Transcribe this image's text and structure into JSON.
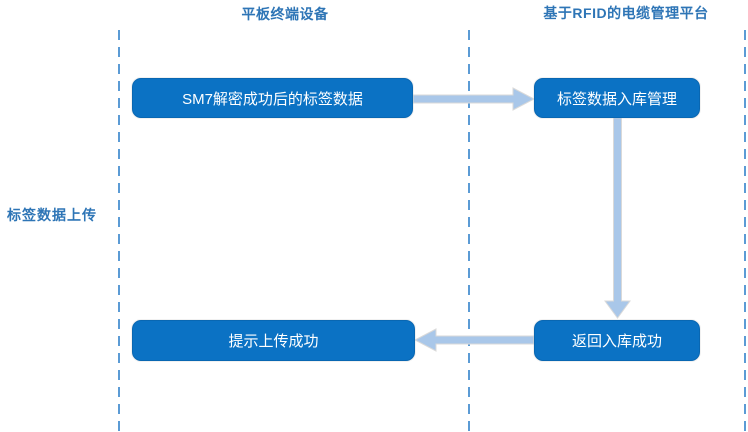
{
  "diagram": {
    "type": "swimlane-flowchart",
    "side_label": "标签数据上传",
    "lanes": {
      "left_header": "平板终端设备",
      "right_header": "基于RFID的电缆管理平台"
    },
    "nodes": [
      {
        "id": "sm7-decrypted-data",
        "lane": "平板终端设备",
        "label": "SM7解密成功后的标签数据"
      },
      {
        "id": "tag-data-warehouse",
        "lane": "基于RFID的电缆管理平台",
        "label": "标签数据入库管理"
      },
      {
        "id": "upload-success-tip",
        "lane": "平板终端设备",
        "label": "提示上传成功"
      },
      {
        "id": "return-store-success",
        "lane": "基于RFID的电缆管理平台",
        "label": "返回入库成功"
      }
    ],
    "edges": [
      {
        "from": "sm7-decrypted-data",
        "to": "tag-data-warehouse",
        "direction": "right"
      },
      {
        "from": "tag-data-warehouse",
        "to": "return-store-success",
        "direction": "down"
      },
      {
        "from": "return-store-success",
        "to": "upload-success-tip",
        "direction": "left"
      }
    ],
    "colors": {
      "node_fill": "#0b72c4",
      "node_text": "#ffffff",
      "header_text": "#2e75b6",
      "lane_divider": "#5b9bd5",
      "arrow_fill": "#a9c7e9",
      "arrow_stroke": "#d9d9d9"
    }
  }
}
